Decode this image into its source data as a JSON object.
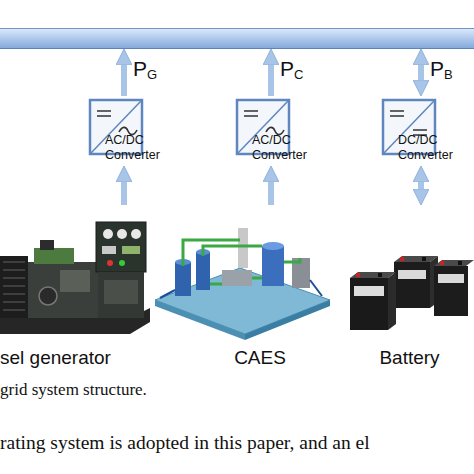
{
  "diagram": {
    "caption": "grid system structure.",
    "nodes": [
      {
        "text": []
      },
      {
        "text": [
          "AC/DC Converter"
        ]
      },
      {
        "text": [
          "AC/DC Converter"
        ]
      },
      {
        "text": [
          "DC/DC Converter"
        ]
      },
      {
        "text": [
          "sel generator"
        ]
      },
      {
        "text": [
          "CAES"
        ]
      },
      {
        "text": [
          "Battery"
        ]
      }
    ],
    "edges": [
      {
        "from": 1,
        "to": 0,
        "label": "PG",
        "arrow": "to"
      },
      {
        "from": 2,
        "to": 0,
        "label": "PC",
        "arrow": "to"
      },
      {
        "from": 3,
        "to": 0,
        "label": "PB",
        "arrow": "both"
      },
      {
        "from": 4,
        "to": 1,
        "arrow": "to"
      },
      {
        "from": 5,
        "to": 2,
        "arrow": "to"
      },
      {
        "from": 6,
        "to": 3,
        "arrow": "both"
      }
    ],
    "labels": [
      "rating system is adopted in this paper, and an el"
    ]
  }
}
